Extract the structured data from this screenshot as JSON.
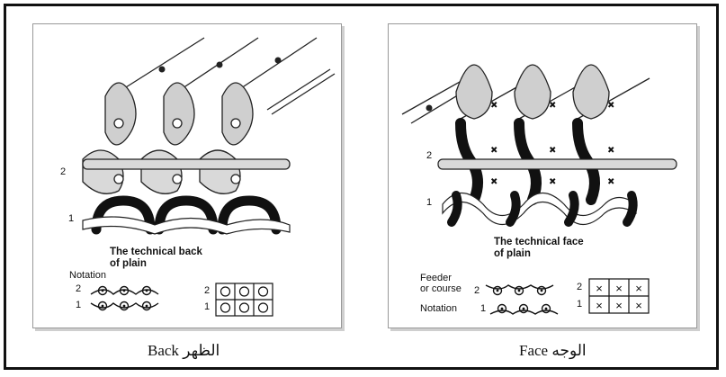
{
  "left_panel": {
    "course_labels": [
      "2",
      "1"
    ],
    "title_line1": "The technical back",
    "title_line2": "of plain",
    "notation_label": "Notation",
    "notation_rows": [
      "2",
      "1"
    ],
    "grid_rows": [
      "2",
      "1"
    ],
    "grid_symbol": "O",
    "caption_arabic": "الظهر",
    "caption_latin": "Back"
  },
  "right_panel": {
    "course_labels": [
      "2",
      "1"
    ],
    "title_line1": "The technical face",
    "title_line2": "of plain",
    "feeder_label_1": "Feeder",
    "feeder_label_2": "or course",
    "notation_label": "Notation",
    "notation_rows": [
      "2",
      "1"
    ],
    "grid_rows": [
      "2",
      "1"
    ],
    "grid_symbol": "×",
    "caption_arabic": "الوجه",
    "caption_latin": "Face"
  }
}
